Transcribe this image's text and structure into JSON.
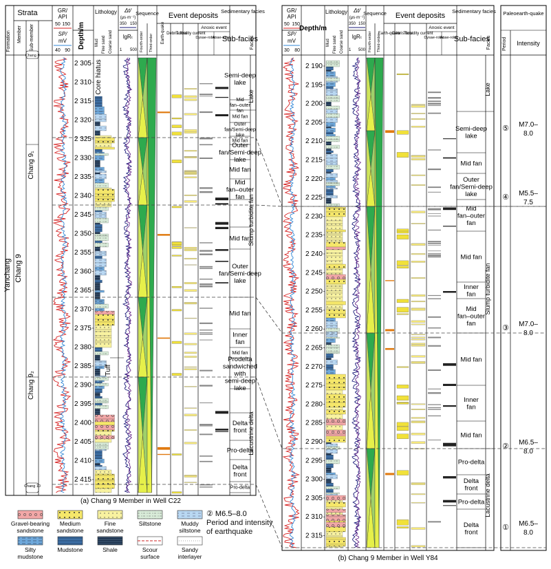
{
  "headers": {
    "strata": "Strata",
    "formation": "Formation",
    "member": "Member",
    "sub_member": "Sub-member",
    "gr": "GR/",
    "api": "API",
    "sp": "SP/",
    "mv": "mV",
    "depth": "Depth/m",
    "lithology": "Lithology",
    "mud": "Mud",
    "fine_sand": "Fine sand",
    "coarse_sand": "Coarse sand",
    "dt": "Δt/",
    "dt_unit": "(μs·m⁻¹)",
    "lgri": "lgRₜ",
    "sequence": "Sequence",
    "fourth_order": "Fourth-order",
    "third_order": "Third-order",
    "event_deposits": "Event deposits",
    "earthquake": "Earth-quake",
    "debris_flow": "Debris flow",
    "turbidity_current": "Turbidity current",
    "anoxic_event": "Anoxic event",
    "dysaerobic": "Dysae-robic",
    "anaerobic": "Anae-robic",
    "sed_facies": "Sedimentary facies",
    "subfacies": "Sub-facies",
    "facies": "Facies",
    "paleoearthquake": "Paleoearth-quake",
    "period": "Period",
    "intensity": "Intensity"
  },
  "well_a": {
    "caption": "(a) Chang 9 Member in Well C22",
    "formation": "Yanchang",
    "member": "Chang 9",
    "sub_chang8": "Chang 8",
    "sub_chang9_1": "Chang 9₁",
    "sub_chang9_2": "Chang 9₂",
    "sub_chang10": "Chang 10",
    "gr_scale": [
      "50",
      "150"
    ],
    "sp_scale": [
      "40",
      "90"
    ],
    "dt_scale": [
      "350",
      "150"
    ],
    "rt_scale": [
      "1",
      "500"
    ],
    "depths": [
      "2 305",
      "2 310",
      "2 315",
      "2 320",
      "2 325",
      "2 330",
      "2 335",
      "2 340",
      "2 345",
      "2 350",
      "2 355",
      "2 360",
      "2 365",
      "2 370",
      "2 375",
      "2 380",
      "2 385",
      "2 390",
      "2 395",
      "2 400",
      "2 405",
      "2 410",
      "2 415"
    ],
    "core_hiatus": "Core hiatus",
    "tuff": "Tuff",
    "subfacies": [
      "Semi-deep lake",
      "Mid fan–outer fan",
      "Mid fan",
      "Outer fan/Semi-deep lake",
      "Mid fan",
      "Outer fan/Semi-deep lake",
      "Mid fan",
      "Mid fan–outer fan",
      "Mid fan",
      "Outer fan/Semi-deep lake",
      "Mid fan",
      "Inner fan",
      "Mid fan",
      "Prodelta sandwiched with semi-deep lake",
      "Delta front",
      "Pro-delta",
      "Delta front",
      "Pro-delta",
      "Delta front"
    ],
    "facies": [
      "Lake",
      "Slump turbidite fan",
      "Lacustrine delta"
    ]
  },
  "well_b": {
    "caption": "(b) Chang 9 Member in Well Y84",
    "gr_scale": [
      "50",
      "150"
    ],
    "sp_scale": [
      "30",
      "80"
    ],
    "dt_scale": [
      "350",
      "150"
    ],
    "rt_scale": [
      "1",
      "500"
    ],
    "depths": [
      "2 190",
      "2 195",
      "2 200",
      "2 205",
      "2 210",
      "2 215",
      "2 220",
      "2 225",
      "2 230",
      "2 235",
      "2 240",
      "2 245",
      "2 250",
      "2 255",
      "2 260",
      "2 265",
      "2 270",
      "2 275",
      "2 280",
      "2 285",
      "2 290",
      "2 295",
      "2 300",
      "2 305",
      "2 310",
      "2 315"
    ],
    "subfacies": [
      "Semi-deep lake",
      "Mid fan",
      "Outer fan/Semi-deep lake",
      "Mid fan–outer fan",
      "Mid fan",
      "Inner fan",
      "Mid fan–outer fan",
      "Mid fan",
      "Inner fan",
      "Mid fan",
      "Pro-delta",
      "Delta front",
      "Pro-delta",
      "Delta front"
    ],
    "facies": [
      "Lake",
      "Slump turbidite fan",
      "Lacustrine delta"
    ]
  },
  "paleo": {
    "events": [
      {
        "period": "⑤",
        "intensity_top": "M7.0–",
        "intensity_bottom": "8.0"
      },
      {
        "period": "④",
        "intensity_top": "M5.5–",
        "intensity_bottom": "7.5"
      },
      {
        "period": "③",
        "intensity_top": "M7.0–",
        "intensity_bottom": "8.0"
      },
      {
        "period": "②",
        "intensity_top": "M6.5–",
        "intensity_bottom": "8.0"
      },
      {
        "period": "①",
        "intensity_top": "M6.5–",
        "intensity_bottom": "8.0"
      }
    ]
  },
  "legend": {
    "items": [
      {
        "label": "Gravel-bearing sandstone",
        "color": "#f2a7a7"
      },
      {
        "label": "Medium sandstone",
        "color": "#f5e76a"
      },
      {
        "label": "Fine sandstone",
        "color": "#f8f2a0"
      },
      {
        "label": "Siltstone",
        "color": "#d9ecd9"
      },
      {
        "label": "Muddy siltstone",
        "color": "#b9d8f2"
      },
      {
        "label": "Silty mudstone",
        "color": "#6fa9dc"
      },
      {
        "label": "Mudstone",
        "color": "#3d6fa5"
      },
      {
        "label": "Shale",
        "color": "#1f3550"
      },
      {
        "label": "Scour surface",
        "color": "#cc2222"
      },
      {
        "label": "Sandy interlayer",
        "color": "#ffffff"
      }
    ],
    "note_symbol": "② M6.5–8.0",
    "note_text": "Period and intensity of earthquake"
  },
  "colors": {
    "sequence_green": "#2eaa4e",
    "sequence_yellow": "#e6f04a",
    "gr_curve": "#d62020",
    "sp_curve": "#2f86d6",
    "dt_curve": "#1a1a7a",
    "debris": "#f1e13a",
    "earthquake": "#e07a10"
  }
}
